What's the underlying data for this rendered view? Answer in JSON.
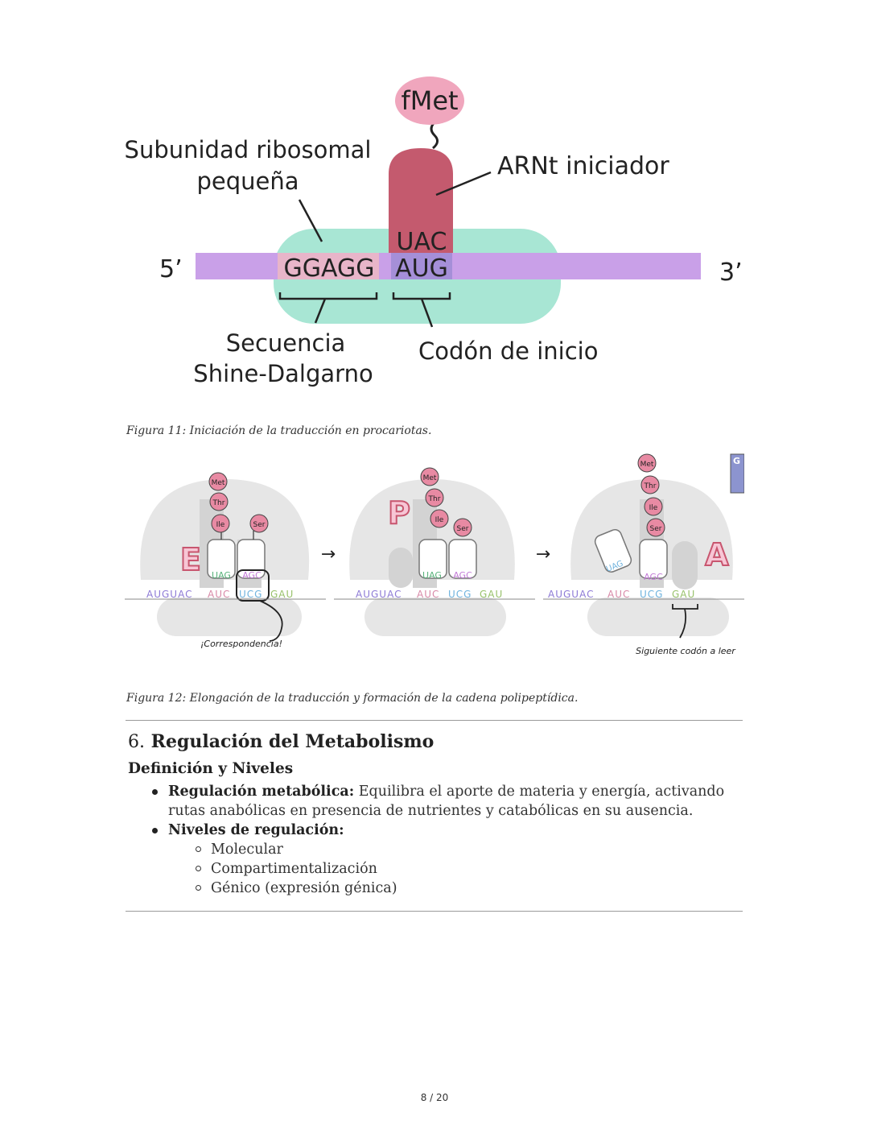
{
  "figure11": {
    "labels": {
      "fmet": "fMet",
      "small_subunit_line1": "Subunidad ribosomal",
      "small_subunit_line2": "pequeña",
      "trna": "ARNt iniciador",
      "five_prime": "5’",
      "three_prime": "3’",
      "anticodon": "UAC",
      "shine_dalgarno_seq": "GGAGG",
      "start_codon_seq": "AUG",
      "sd_label_line1": "Secuencia",
      "sd_label_line2": "Shine-Dalgarno",
      "start_codon_label": "Codón de inicio"
    },
    "colors": {
      "ribosome": "#a8e6d4",
      "mrna": "#c9a0e8",
      "trna": "#c45a6e",
      "fmet": "#f0a6bd",
      "sd_highlight": "#e8b5c9",
      "aug_highlight": "#a58fd8"
    }
  },
  "caption11": "Figura 11: Iniciación de la traducción en procariotas.",
  "figure12": {
    "amino_acids": [
      "Met",
      "Thr",
      "Ile",
      "Ser"
    ],
    "site_labels": {
      "e": "E",
      "p": "P",
      "a": "A"
    },
    "anticodons": {
      "first": "UAG",
      "second": "AGC"
    },
    "mrna_seq": {
      "part1": "AUGUAC",
      "part2": "AUC",
      "part3": "UCG",
      "part4": "GAU"
    },
    "arrow": "→",
    "annotation_match": "¡Correspondencia!",
    "annotation_next": "Siguiente codón a leer",
    "corner_letter": "G"
  },
  "caption12": "Figura 12: Elongación de la traducción y formación de la cadena polipeptídica.",
  "section": {
    "number": "6.",
    "title": "Regulación del Metabolismo",
    "subtitle": "Definición y Niveles",
    "bullets": [
      {
        "bold": "Regulación metabólica:",
        "text": " Equilibra el aporte de materia y energía, activando rutas anabólicas en presencia de nutrientes y catabólicas en su ausencia."
      },
      {
        "bold": "Niveles de regulación:",
        "text": ""
      }
    ],
    "sub_bullets": [
      "Molecular",
      "Compartimentalización",
      "Génico (expresión génica)"
    ]
  },
  "page_number": "8 / 20"
}
